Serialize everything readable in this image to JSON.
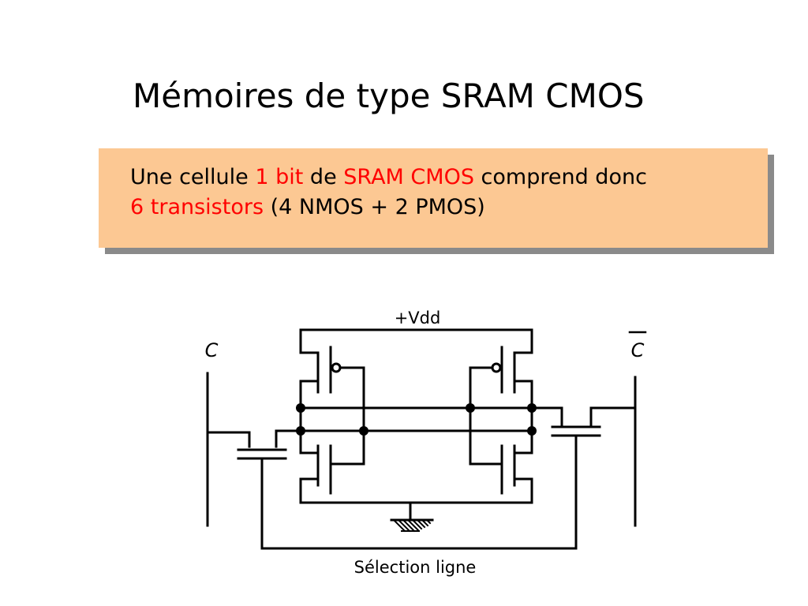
{
  "title": "Mémoires de type SRAM CMOS",
  "callout": {
    "line1": [
      {
        "text": "Une cellule ",
        "highlight": false
      },
      {
        "text": "1 bit",
        "highlight": true
      },
      {
        "text": " de ",
        "highlight": false
      },
      {
        "text": "SRAM CMOS",
        "highlight": true
      },
      {
        "text": " comprend donc",
        "highlight": false
      }
    ],
    "line2": [
      {
        "text": "6 transistors",
        "highlight": true
      },
      {
        "text": " (4 NMOS + 2 PMOS)",
        "highlight": false
      }
    ],
    "background_color": "#fcc893",
    "highlight_color": "#ff0000"
  },
  "diagram": {
    "vdd_label": "+Vdd",
    "bitline_left_label": "C",
    "bitline_right_label": "C",
    "bitline_right_overbar": true,
    "wordline_label": "Sélection ligne",
    "ground_symbol": "ground-icon"
  }
}
